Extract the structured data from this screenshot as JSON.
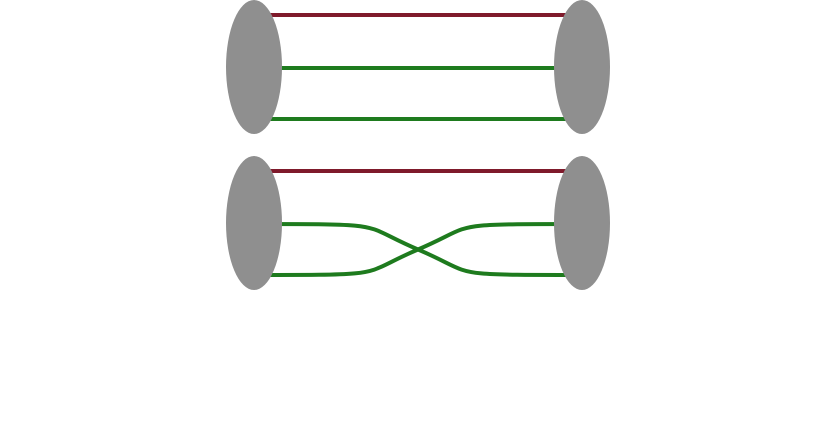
{
  "colors": {
    "background": "#ffffff",
    "node": "#8f8f8f",
    "wire_red": "#7f1a2b",
    "wire_green": "#1e7b1e"
  },
  "diagram": {
    "panels": [
      {
        "name": "parallel-connection",
        "wires": [
          {
            "name": "red-wire",
            "from": 1,
            "to": 1,
            "color": "wire_red"
          },
          {
            "name": "green-wire",
            "from": 2,
            "to": 2,
            "color": "wire_green"
          },
          {
            "name": "green-wire",
            "from": 3,
            "to": 3,
            "color": "wire_green"
          }
        ]
      },
      {
        "name": "crossed-connection",
        "wires": [
          {
            "name": "red-wire",
            "from": 1,
            "to": 1,
            "color": "wire_red"
          },
          {
            "name": "green-wire",
            "from": 2,
            "to": 3,
            "color": "wire_green"
          },
          {
            "name": "green-wire",
            "from": 3,
            "to": 2,
            "color": "wire_green"
          }
        ]
      }
    ]
  }
}
